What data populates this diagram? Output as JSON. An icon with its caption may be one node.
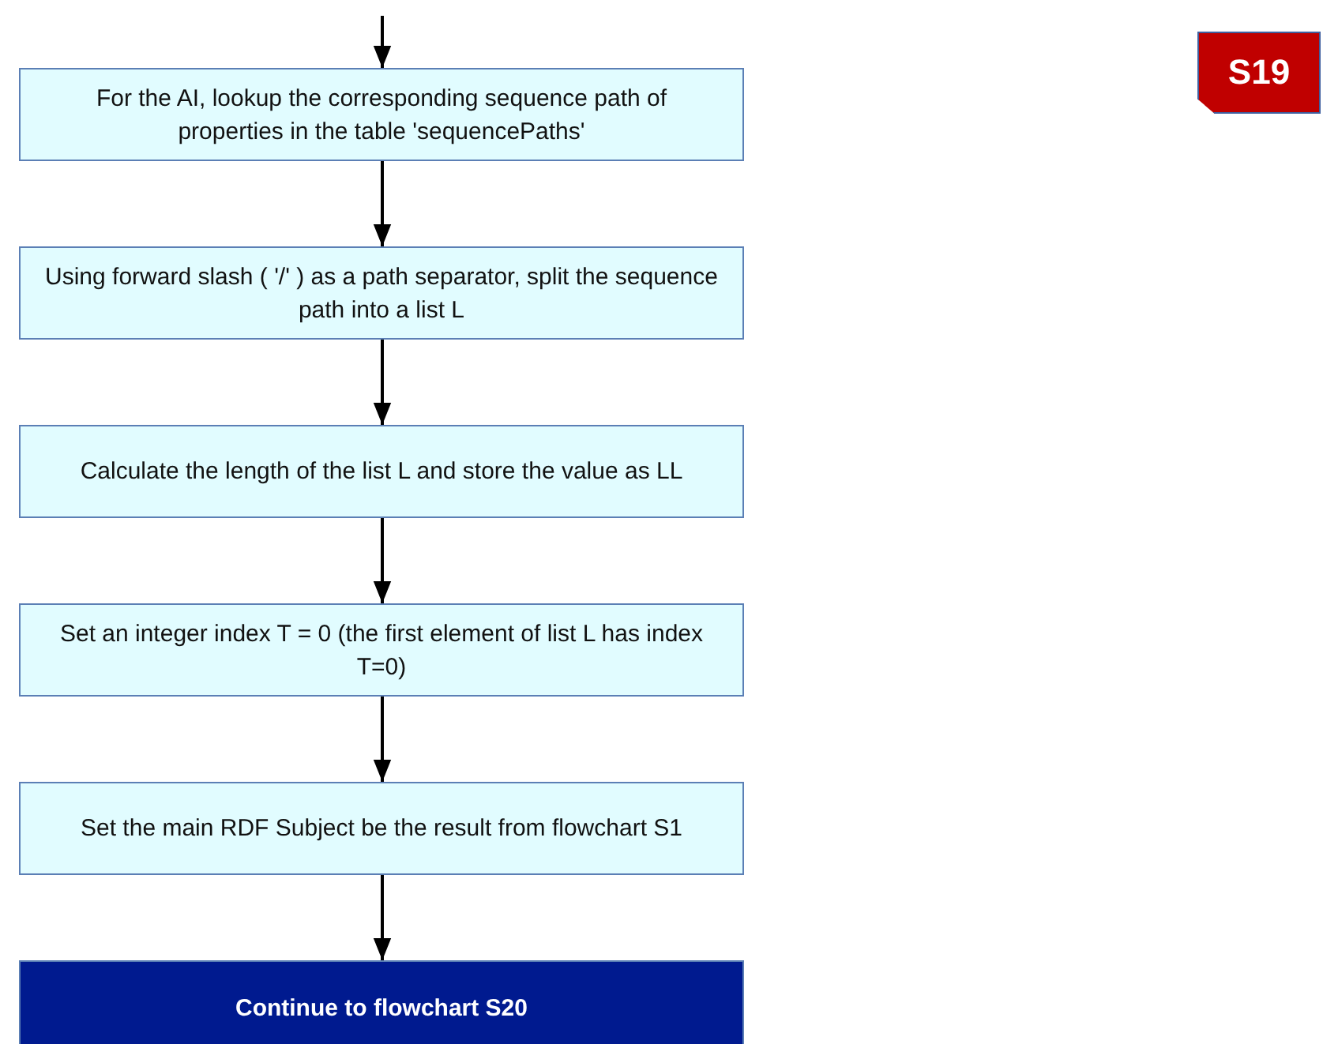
{
  "diagram": {
    "nodes": [
      {
        "text": [
          "For the AI, lookup the corresponding sequence path of properties in the table 'sequencePaths'"
        ]
      },
      {
        "text": [
          "Using forward slash ( '/' ) as a path separator, split the sequence path into a list L"
        ]
      },
      {
        "text": [
          "Calculate the length of the list L and store the value as LL"
        ]
      },
      {
        "text": [
          "Set an integer index T = 0 (the first element of list L has index T=0)"
        ]
      },
      {
        "text": [
          "Set the main RDF Subject be the result from flowchart S1"
        ]
      },
      {
        "text": [
          "Continue to flowchart S20"
        ]
      },
      {
        "text": [
          "S19"
        ]
      }
    ],
    "edges": [
      {
        "from": null,
        "to": 0,
        "arrow": "to"
      },
      {
        "from": 0,
        "to": 1,
        "arrow": "to"
      },
      {
        "from": 1,
        "to": 2,
        "arrow": "to"
      },
      {
        "from": 2,
        "to": 3,
        "arrow": "to"
      },
      {
        "from": 3,
        "to": 4,
        "arrow": "to"
      },
      {
        "from": 4,
        "to": 5,
        "arrow": "to"
      }
    ]
  }
}
